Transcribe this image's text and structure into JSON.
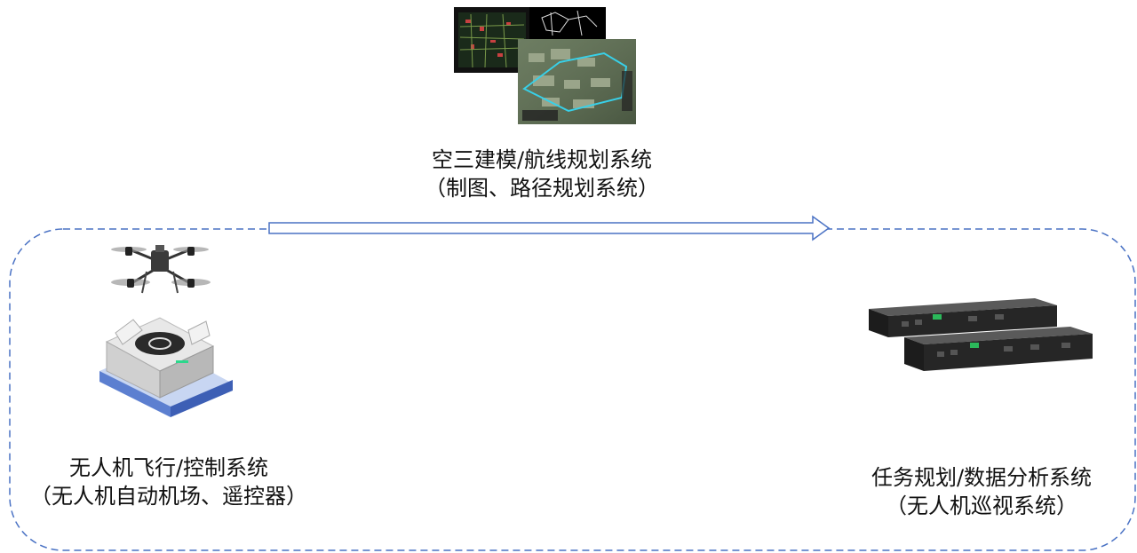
{
  "top_system": {
    "title": "空三建模/航线规划系统",
    "subtitle": "（制图、路径规划系统）",
    "icon": "map-screens-icon"
  },
  "left_system": {
    "title": "无人机飞行/控制系统",
    "subtitle": "（无人机自动机场、遥控器）",
    "icons": [
      "drone-icon",
      "drone-dock-icon"
    ]
  },
  "right_system": {
    "title": "任务规划/数据分析系统",
    "subtitle": "（无人机巡视系统）",
    "icon": "server-rack-icon"
  },
  "colors": {
    "accent": "#4a72c4",
    "boundary": "#4a72c4"
  }
}
